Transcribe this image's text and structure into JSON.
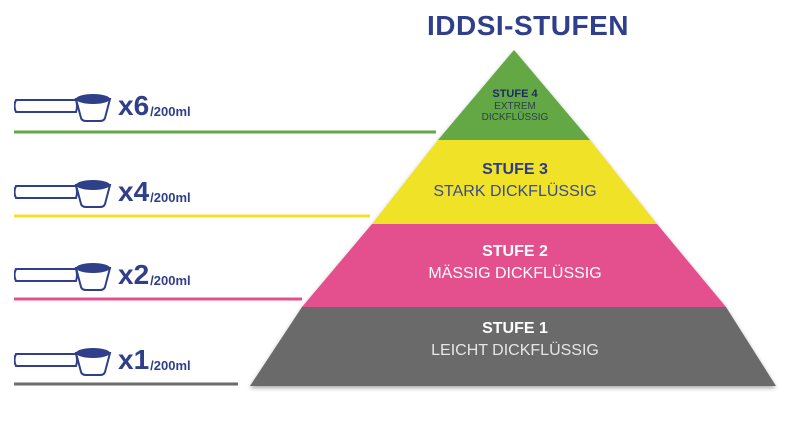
{
  "title": "IDDSI-STUFEN",
  "colors": {
    "title": "#2f3f8a",
    "level4": "#63a845",
    "level3": "#f0e228",
    "level2": "#e4508e",
    "level1": "#6b6b6b"
  },
  "levels": [
    {
      "title": "STUFE 4",
      "subtitle_line1": "EXTREM",
      "subtitle_line2": "DICKFLÜSSIG",
      "dose": "x6",
      "unit": "/200ml",
      "color": "#63a845"
    },
    {
      "title": "STUFE 3",
      "subtitle": "STARK DICKFLÜSSIG",
      "dose": "x4",
      "unit": "/200ml",
      "color": "#f0e228"
    },
    {
      "title": "STUFE 2",
      "subtitle": "MÄSSIG DICKFLÜSSIG",
      "dose": "x2",
      "unit": "/200ml",
      "color": "#e4508e"
    },
    {
      "title": "STUFE 1",
      "subtitle": "LEICHT DICKFLÜSSIG",
      "dose": "x1",
      "unit": "/200ml",
      "color": "#6b6b6b"
    }
  ],
  "icons": {
    "scoop": "measuring-scoop-icon"
  }
}
